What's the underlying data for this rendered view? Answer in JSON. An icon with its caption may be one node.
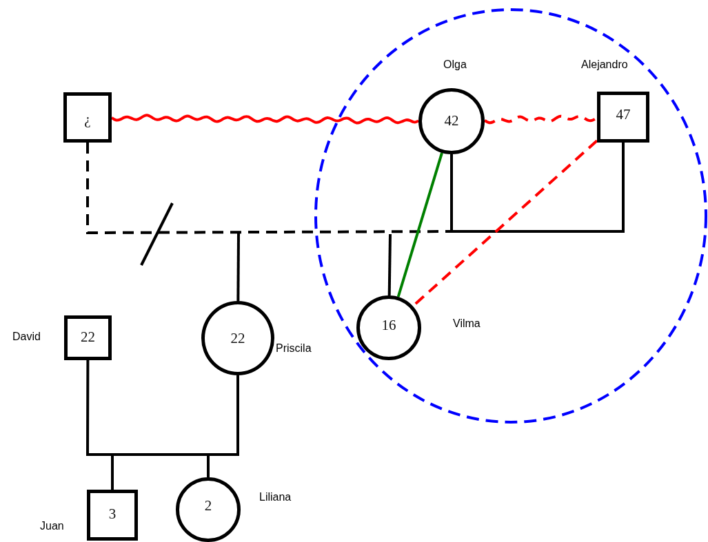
{
  "diagram": {
    "nodes": [
      {
        "text": [],
        "shape": "circle"
      },
      {
        "text": [
          "¿"
        ]
      },
      {
        "text": [
          "42"
        ],
        "beside": [
          "Olga"
        ],
        "in": 0
      },
      {
        "text": [
          "47"
        ],
        "beside": [
          "Alejandro"
        ],
        "in": 0
      },
      {
        "text": [
          "22"
        ],
        "beside": [
          "Priscila"
        ]
      },
      {
        "text": [
          "16"
        ],
        "beside": [
          "Vilma"
        ],
        "in": 0
      },
      {
        "text": [
          "22"
        ],
        "beside": [
          "David"
        ]
      },
      {
        "text": [
          "3"
        ],
        "beside": [
          "Juan"
        ]
      },
      {
        "text": [
          "2"
        ],
        "beside": [
          "Liliana"
        ]
      }
    ],
    "edges": [
      {
        "from": 1,
        "to": 2,
        "arrow": "none",
        "color": "#ff0000"
      },
      {
        "from": 2,
        "to": 3,
        "arrow": "none",
        "style": "dashed",
        "color": "#ff0000"
      },
      {
        "from": 1,
        "to": 2,
        "arrow": "none",
        "style": "dashed"
      },
      {
        "from": 2,
        "to": 3,
        "arrow": "none"
      },
      {
        "from": 2,
        "to": 5,
        "arrow": "none",
        "color": "#008000"
      },
      {
        "from": 3,
        "to": 5,
        "arrow": "none",
        "style": "dashed",
        "color": "#ff0000"
      },
      {
        "from": null,
        "to": 4,
        "arrow": "none"
      },
      {
        "from": null,
        "to": 5,
        "arrow": "none"
      },
      {
        "from": 6,
        "to": 4,
        "arrow": "none"
      },
      {
        "from": null,
        "to": 7,
        "arrow": "none"
      },
      {
        "from": null,
        "to": 8,
        "arrow": "none"
      }
    ]
  }
}
